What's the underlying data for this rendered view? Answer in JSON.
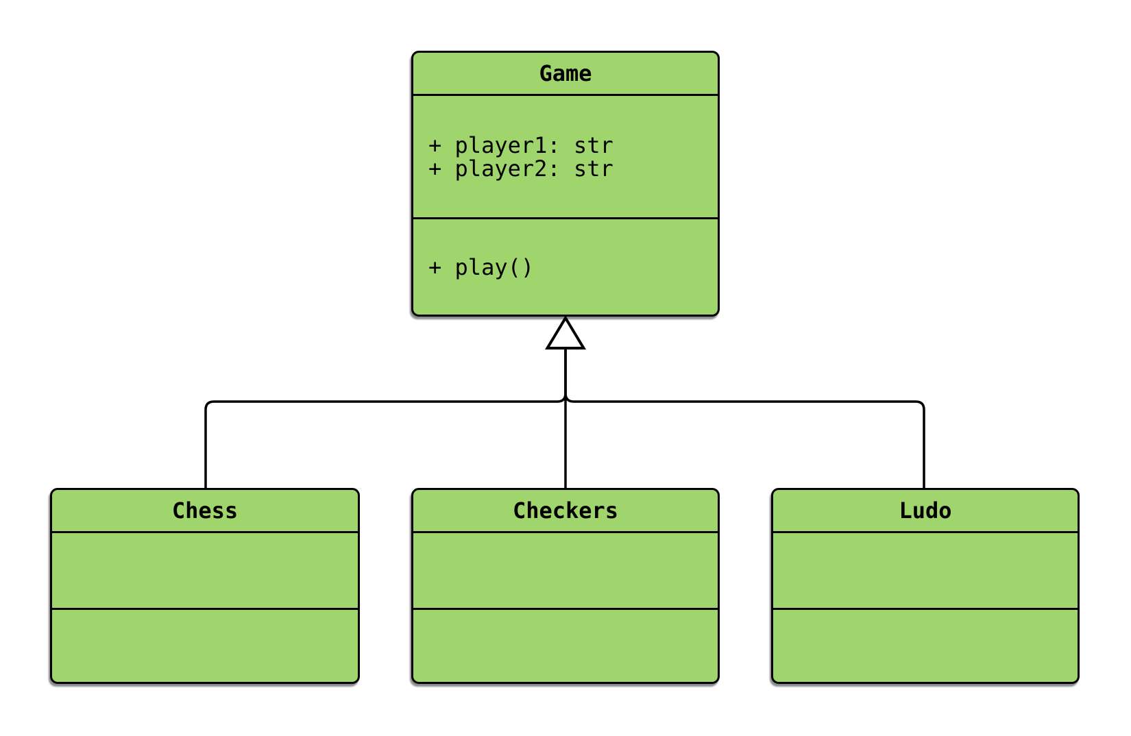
{
  "diagram": {
    "type": "uml-class-diagram",
    "colors": {
      "class_fill": "#a0d46c",
      "border": "#000000",
      "background": "#ffffff"
    },
    "classes": {
      "game": {
        "name": "Game",
        "attributes": [
          "+ player1: str",
          "+ player2: str"
        ],
        "methods": [
          "+ play()"
        ]
      },
      "chess": {
        "name": "Chess",
        "attributes": [],
        "methods": []
      },
      "checkers": {
        "name": "Checkers",
        "attributes": [],
        "methods": []
      },
      "ludo": {
        "name": "Ludo",
        "attributes": [],
        "methods": []
      }
    },
    "relations": [
      {
        "from": "Chess",
        "to": "Game",
        "type": "inheritance"
      },
      {
        "from": "Checkers",
        "to": "Game",
        "type": "inheritance"
      },
      {
        "from": "Ludo",
        "to": "Game",
        "type": "inheritance"
      }
    ]
  }
}
